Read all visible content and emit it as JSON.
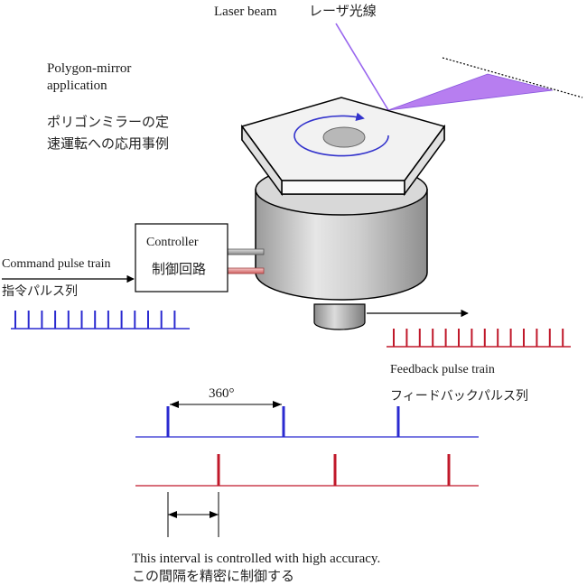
{
  "labels": {
    "laser_en": "Laser beam",
    "laser_jp": "レーザ光線",
    "app_en_line1": "Polygon-mirror",
    "app_en_line2": "application",
    "app_jp_line1": "ポリゴンミラーの定",
    "app_jp_line2": "速運転への応用事例",
    "controller_en": "Controller",
    "controller_jp": "制御回路",
    "command_en": "Command pulse train",
    "command_jp": "指令パルス列",
    "feedback_en": "Feedback pulse train",
    "feedback_jp": "フィードバックパルス列",
    "angle": "360°",
    "interval_en": "This interval is controlled with high accuracy.",
    "interval_jp": "この間隔を精密に制御する"
  },
  "colors": {
    "command_pulse": "#2a2ad0",
    "feedback_pulse": "#c0182a",
    "laser": "#9966ee",
    "reflection": "#b77ef0",
    "rotation_arrow": "#3333cc",
    "mirror_face": "#f0f0f0",
    "motor_body": "#c8c8c8",
    "line": "#000000"
  },
  "pulses": {
    "command_count": 13,
    "feedback_count": 14
  },
  "timing": {
    "command_pulse_count": 3,
    "feedback_pulse_count": 3
  },
  "icons": {
    "rotation": "circular-arrow-icon",
    "direction": "arrow-right-icon"
  }
}
